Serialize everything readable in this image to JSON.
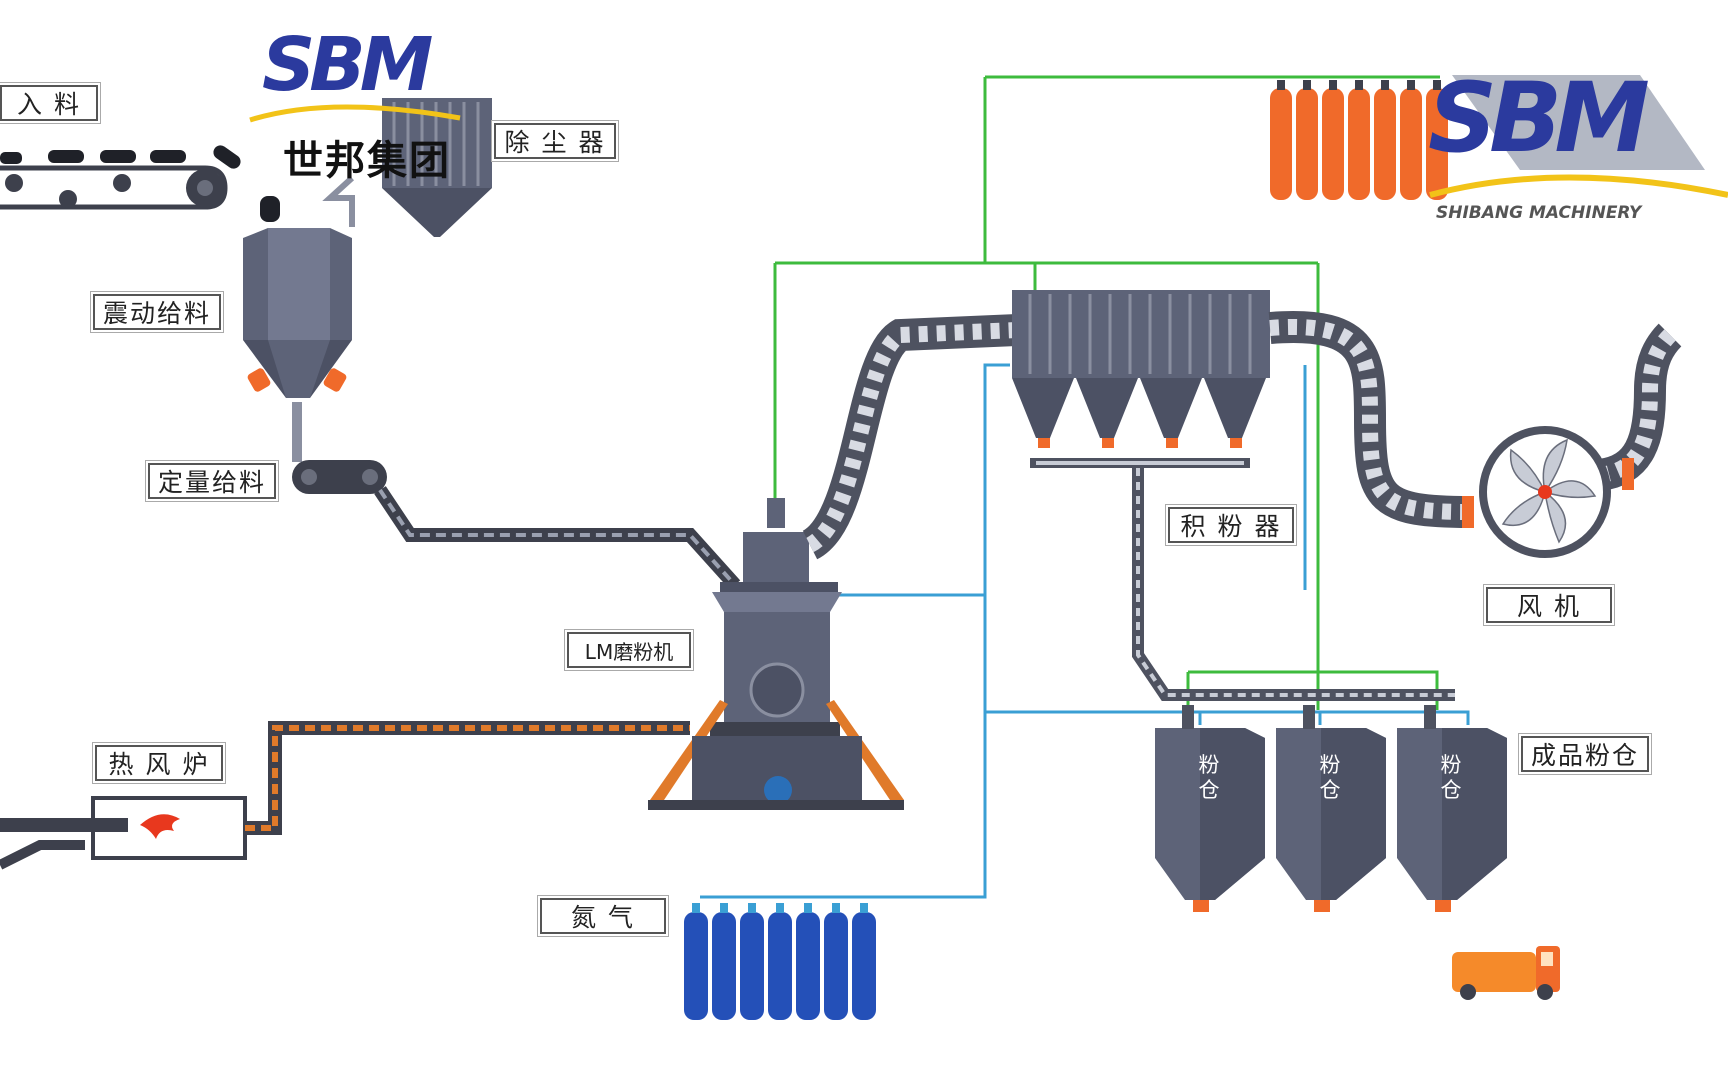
{
  "brand": {
    "logo_left_text": "SBM",
    "logo_left_subtitle": "世邦集团",
    "logo_right_text": "SBM",
    "logo_right_subtitle": "SHIBANG MACHINERY",
    "colors": {
      "blue": "#2b3a9e",
      "yellow": "#f2c318",
      "gray": "#b3b8c4"
    }
  },
  "labels": {
    "feed_in": "入 料",
    "dust_collector": "除 尘 器",
    "vibrating_feeder": "震动给料",
    "quantitative_feeder": "定量给料",
    "mill": "LM磨粉机",
    "hot_air_furnace": "热 风 炉",
    "nitrogen": "氮 气",
    "powder_collector": "积 粉 器",
    "fan": "风 机",
    "product_silo": "成品粉仓"
  },
  "silos": [
    {
      "text_top": "粉",
      "text_bottom": "仓"
    },
    {
      "text_top": "粉",
      "text_bottom": "仓"
    },
    {
      "text_top": "粉",
      "text_bottom": "仓"
    }
  ],
  "colors": {
    "equipment": "#5d6378",
    "duct_dark": "#4e5260",
    "hot_duct": "#e07a2a",
    "green_line": "#3dbb3d",
    "blue_line": "#3a9fd4",
    "nitrogen_tank": "#2450b8",
    "co2_tank": "#f06a2a",
    "truck": "#f58a2a"
  }
}
